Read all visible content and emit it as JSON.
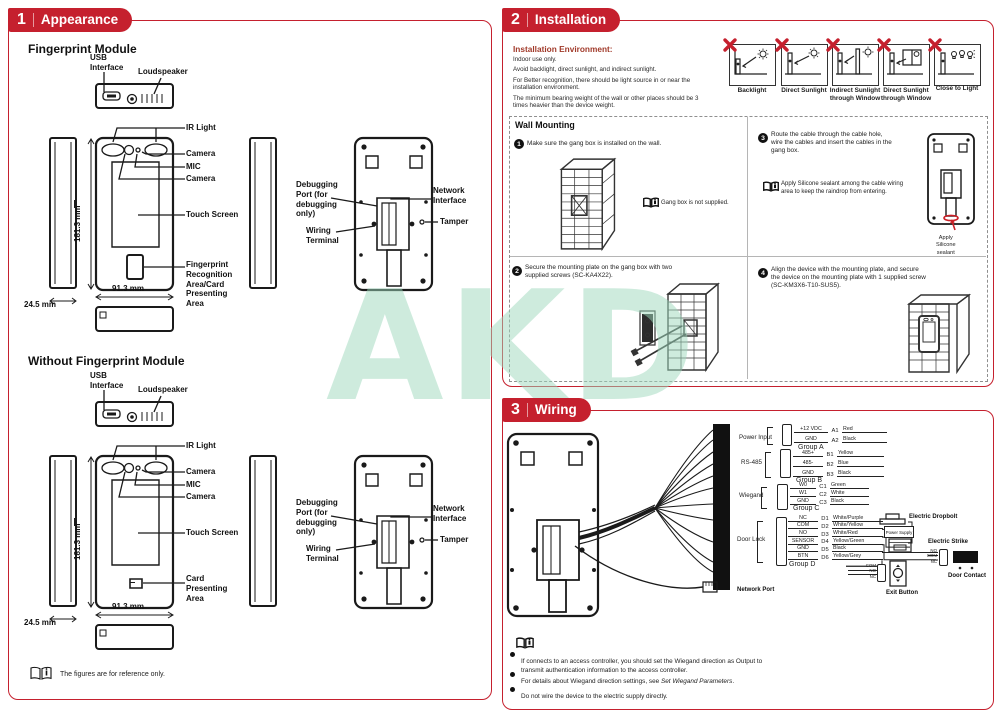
{
  "watermark": "AKD",
  "appearance": {
    "num": "1",
    "title": "Appearance",
    "fp_heading": "Fingerprint Module",
    "nofp_heading": "Without Fingerprint Module",
    "labels": {
      "usb": "USB\nInterface",
      "loudspeaker": "Loudspeaker",
      "ir": "IR Light",
      "camera": "Camera",
      "mic": "MIC",
      "camera2": "Camera",
      "touch": "Touch Screen",
      "fp_area": "Fingerprint\nRecognition\nArea/Card\nPresenting\nArea",
      "card_area": "Card\nPresenting\nArea",
      "debug": "Debugging\nPort (for\ndebugging\nonly)",
      "wiring": "Wiring\nTerminal",
      "network": "Network\nInterface",
      "tamper": "Tamper",
      "h": "181.3 mm",
      "w": "91.3 mm",
      "d": "24.5 mm"
    },
    "note": "The figures are for reference only."
  },
  "installation": {
    "num": "2",
    "title": "Installation",
    "env_heading": "Installation Environment:",
    "env_lines": [
      "Indoor use only.",
      "Avoid backlight, direct sunlight, and indirect sunlight.",
      "For Better recognition, there should be light source in or near the\ninstallation environment.",
      "The minimum bearing weight of the wall or other places should be 3\ntimes heavier than the device weight."
    ],
    "env_icons": [
      "Backlight",
      "Direct Sunlight",
      "Indirect Sunlight\nthrough Window",
      "Direct Sunlight\nthrough Window",
      "Close to Light"
    ],
    "wall_heading": "Wall Mounting",
    "steps": [
      {
        "num": "1",
        "text": "Make sure the gang box is installed on the wall."
      },
      {
        "num": "2",
        "text": "Secure the mounting plate on the gang box with two\nsupplied screws (SC-KA4X22)."
      },
      {
        "num": "3",
        "text": "Route the cable through the cable hole,\nwire the cables and insert the cables in the\ngang box."
      },
      {
        "num": "4",
        "text": "Align the device with the mounting plate, and secure\nthe device on the mounting plate with 1 supplied screw\n(SC-KM3X6-T10-SUS5)."
      }
    ],
    "note_gangbox": "Gang box is not supplied.",
    "note_sealant": "Apply Silicone sealant among the cable wiring\narea to keep the raindrop from entering.",
    "sealant_label": "Apply\nSilicone\nsealant"
  },
  "wiring": {
    "num": "3",
    "title": "Wiring",
    "network_port": "Network Port",
    "groups": [
      {
        "label": "Power Input",
        "group": "Group A",
        "pins": [
          "+12 VDC",
          "GND"
        ],
        "terms": [
          "A1",
          "A2"
        ],
        "colors": [
          "Red",
          "Black"
        ]
      },
      {
        "label": "RS-485",
        "group": "Group B",
        "pins": [
          "485+",
          "485-",
          "GND"
        ],
        "terms": [
          "B1",
          "B2",
          "B3"
        ],
        "colors": [
          "Yellow",
          "Blue",
          "Black"
        ]
      },
      {
        "label": "Wiegand",
        "group": "Group C",
        "pins": [
          "W0",
          "W1",
          "GND"
        ],
        "terms": [
          "C1",
          "C2",
          "C3"
        ],
        "colors": [
          "Green",
          "White",
          "Black"
        ]
      },
      {
        "label": "Door Lock",
        "group": "Group D",
        "pins": [
          "NC",
          "COM",
          "NO",
          "SENSOR",
          "GND",
          "BTN"
        ],
        "terms": [
          "D1",
          "D2",
          "D3",
          "D4",
          "D5",
          "D6"
        ],
        "colors": [
          "White/Purple",
          "White/Yellow",
          "White/Red",
          "Yellow/Green",
          "Black",
          "Yellow/Grey"
        ]
      }
    ],
    "devices": {
      "dropbolt": "Electric Dropbolt",
      "power_supply": "Power Supply",
      "strike": "Electric Strike",
      "door_contact": "Door Contact",
      "exit_button": "Exit Button"
    },
    "door_contact_pins": [
      "NO",
      "COM",
      "NC"
    ],
    "exit_button_pins": [
      "COM",
      "NO",
      "NC"
    ],
    "notes": [
      {
        "pre": "If connects to an access controller, you should set the Wiegand direction as Output to\ntransmit authentication information to the access controller.",
        "italic": "",
        "post": ""
      },
      {
        "pre": "For details about Wiegand direction settings, see ",
        "italic": "Set Wiegand Parameters",
        "post": "."
      },
      {
        "pre": "Do not wire the device to the electric supply directly.",
        "italic": "",
        "post": ""
      }
    ]
  }
}
